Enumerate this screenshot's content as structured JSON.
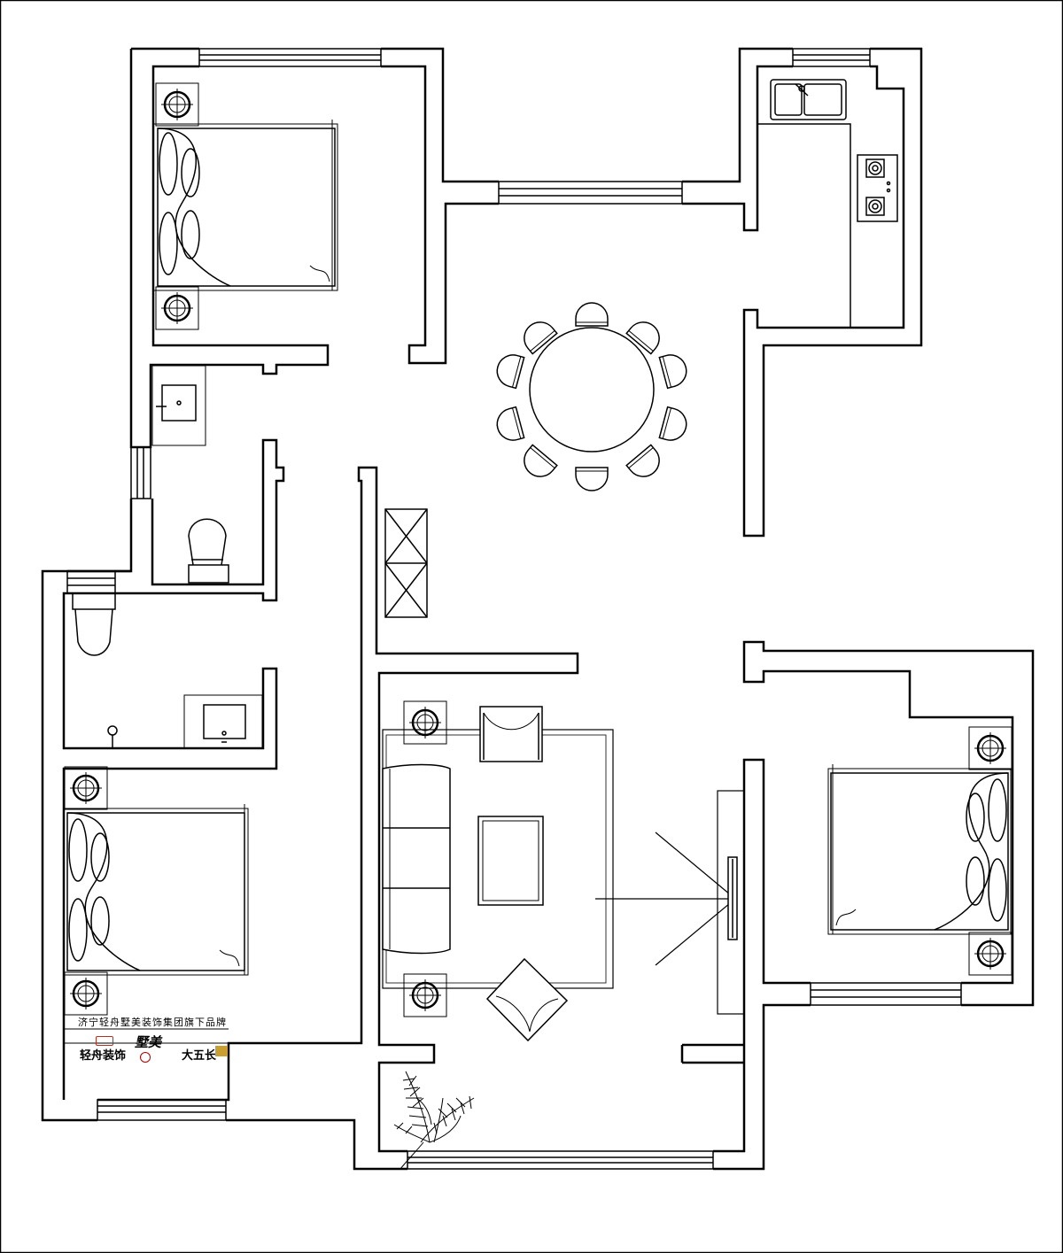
{
  "branding": {
    "company_line": "济宁轻舟墅美装饰集团旗下品牌",
    "logo_qingzhou": "轻舟装饰",
    "logo_shumei": "墅美",
    "logo_dawuzhang": "大五长"
  },
  "colors": {
    "line": "#000000",
    "background": "#ffffff",
    "logo_seal": "#c9a030",
    "logo_mark": "#b03020"
  },
  "icons": [
    "bed-icon",
    "nightstand-lamp-icon",
    "dining-table-icon",
    "chair-icon",
    "sofa-icon",
    "armchair-icon",
    "coffee-table-icon",
    "tv-icon",
    "toilet-icon",
    "washbasin-icon",
    "kitchen-sink-icon",
    "gas-stove-icon",
    "plant-icon",
    "window-icon",
    "cabinet-icon"
  ]
}
